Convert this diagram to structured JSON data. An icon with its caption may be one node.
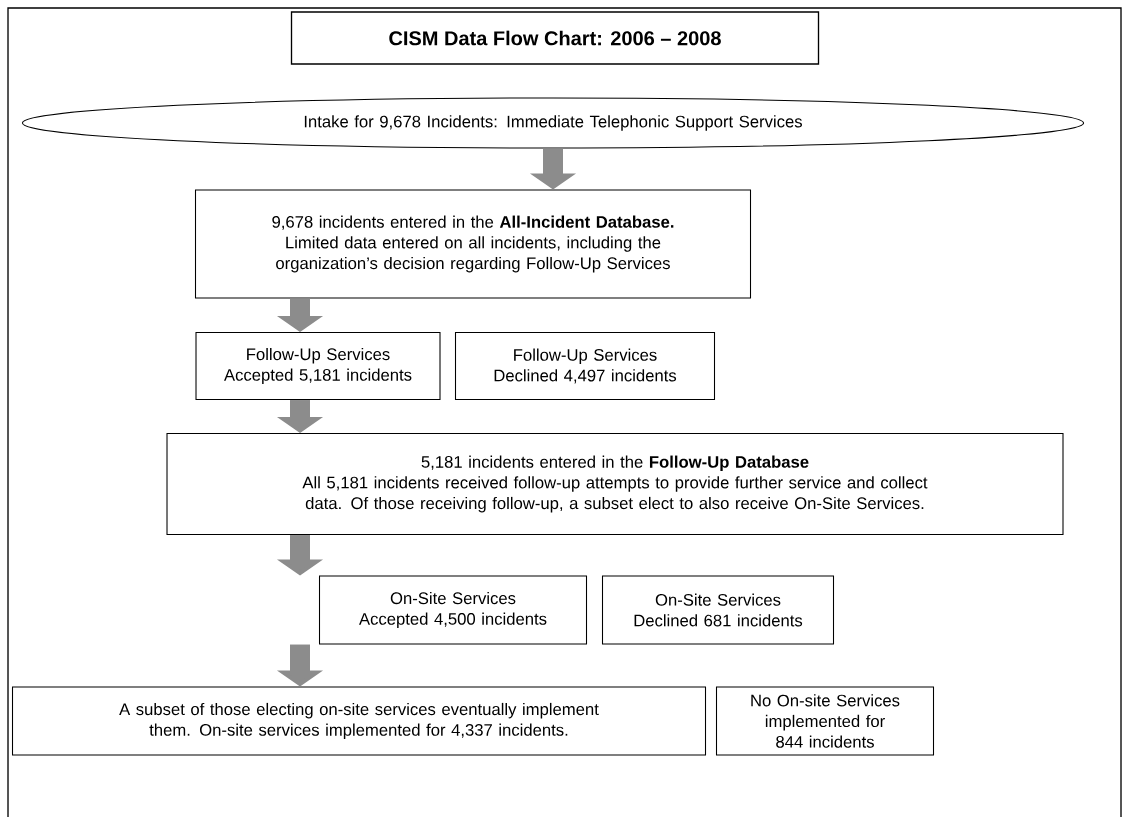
{
  "diagram": {
    "title": "CISM Data Flow Chart: 2006 – 2008",
    "nodes": [
      {
        "text": [
          "Intake for 9,678 Incidents: Immediate Telephonic Support Services"
        ]
      },
      {
        "text": [
          "9,678 incidents entered in the **All-Incident Database.**",
          "Limited data entered on all incidents, including the organization’s decision regarding Follow-Up Services"
        ]
      },
      {
        "text": [
          "Follow-Up Services Accepted 5,181 incidents"
        ]
      },
      {
        "text": [
          "Follow-Up Services Declined 4,497 incidents"
        ]
      },
      {
        "text": [
          "5,181 incidents entered in the **Follow-Up Database**",
          "All 5,181 incidents received follow-up attempts to provide further service and collect data. Of those receiving follow-up, a subset elect to also receive On-Site Services."
        ]
      },
      {
        "text": [
          "On-Site Services Accepted 4,500 incidents"
        ]
      },
      {
        "text": [
          "On-Site Services Declined 681 incidents"
        ]
      },
      {
        "text": [
          "A subset of those electing on-site services eventually implement them. On-site services implemented for 4,337 incidents."
        ]
      },
      {
        "text": [
          "No On-site Services implemented for 844 incidents"
        ]
      }
    ],
    "edges": [
      {
        "from": 0,
        "to": 1,
        "arrow": "to"
      },
      {
        "from": 1,
        "to": 2,
        "arrow": "to"
      },
      {
        "from": 2,
        "to": 4,
        "arrow": "to"
      },
      {
        "from": 4,
        "to": 5,
        "arrow": "to"
      },
      {
        "from": 5,
        "to": 7,
        "arrow": "to"
      }
    ]
  }
}
